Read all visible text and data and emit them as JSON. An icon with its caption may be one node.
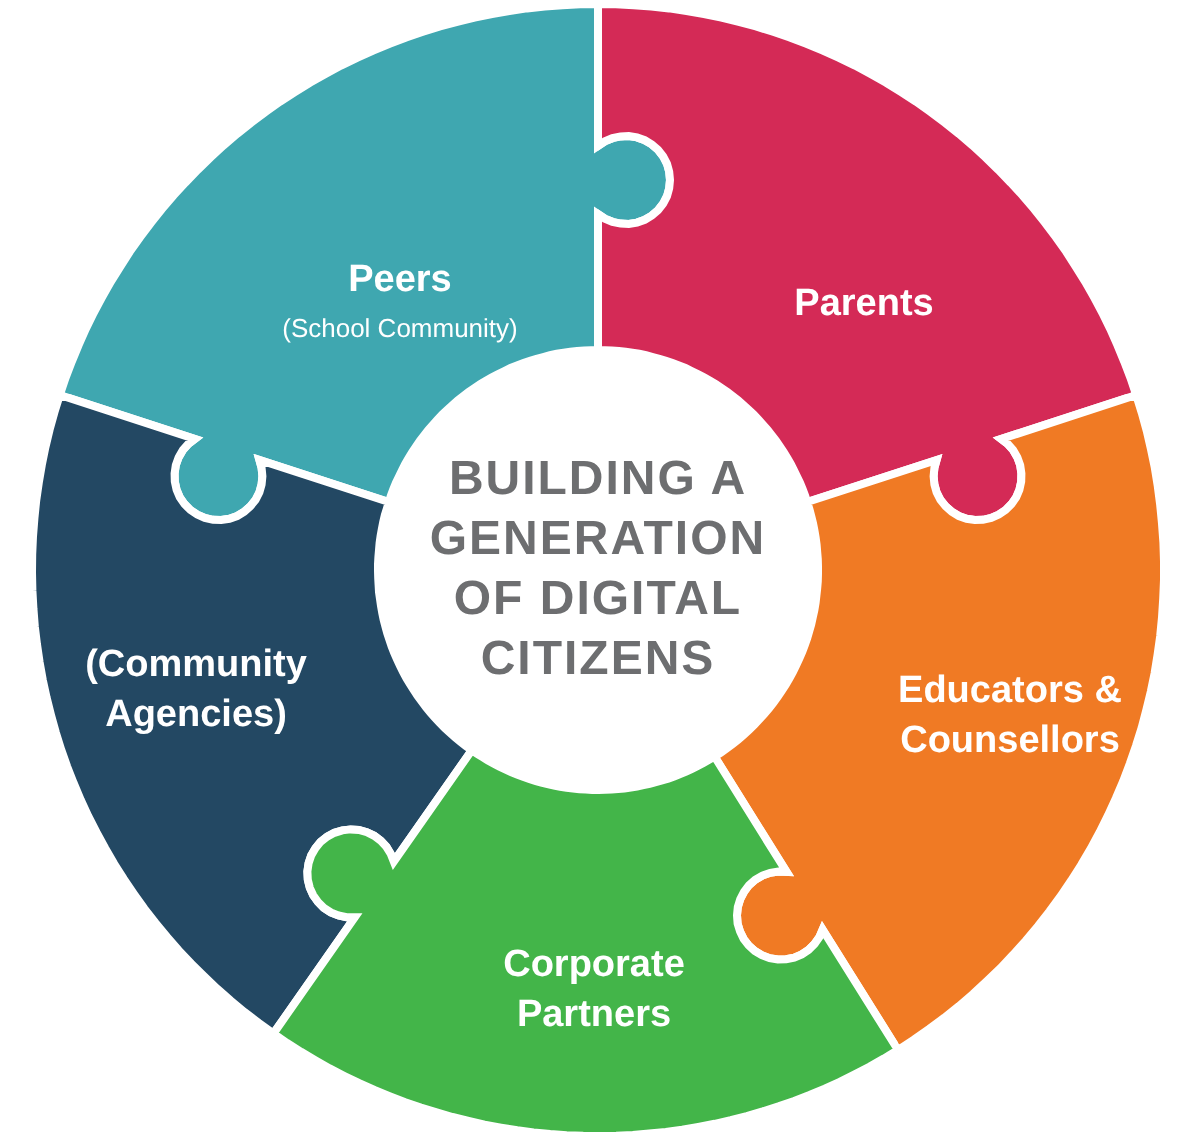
{
  "diagram": {
    "nodes": [
      {
        "text": [
          "Peers",
          "(School Community)"
        ]
      },
      {
        "text": [
          "Parents"
        ]
      },
      {
        "text": [
          "BUILDING A GENERATION OF DIGITAL CITIZENS"
        ]
      },
      {
        "text": [
          "(Community Agencies)"
        ]
      },
      {
        "text": [
          "Educators & Counsellors"
        ]
      },
      {
        "text": [
          "Corporate Partners"
        ]
      }
    ]
  }
}
